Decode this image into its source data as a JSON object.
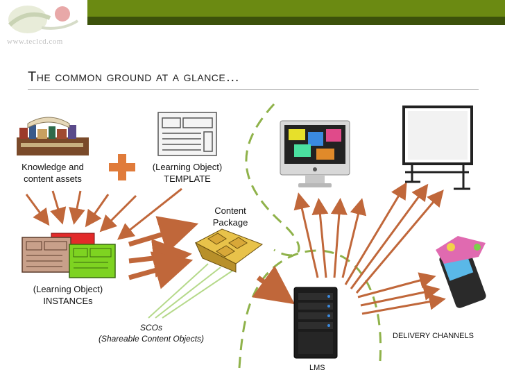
{
  "slide": {
    "watermark": "www.teclcd.com",
    "title": "The common ground at a glance…"
  },
  "labels": {
    "knowledge_line1": "Knowledge and",
    "knowledge_line2": "content assets",
    "template_line1": "(Learning Object)",
    "template_line2": "TEMPLATE",
    "content_line1": "Content",
    "content_line2": "Package",
    "instances_line1": "(Learning Object)",
    "instances_line2": "INSTANCEs",
    "scos_line1": "SCOs",
    "scos_line2": "(Shareable Content Objects)",
    "delivery": "DELIVERY CHANNELS",
    "lms": "LMS"
  },
  "colors": {
    "bar_green": "#6b8a12",
    "bar_dark": "#3c520b",
    "arrow_orange": "#c0673a",
    "dash_green": "#8fb24a",
    "sco_line": "#b5d98a",
    "plus_orange": "#e07b3a"
  },
  "icons": {
    "knowledge": "books-icon",
    "template": "template-icon",
    "instances": "instances-icon",
    "package": "content-package-icon",
    "imac": "imac-icon",
    "whiteboard": "whiteboard-icon",
    "phone": "mobile-phone-icon",
    "server": "server-icon",
    "plus": "plus-icon"
  }
}
